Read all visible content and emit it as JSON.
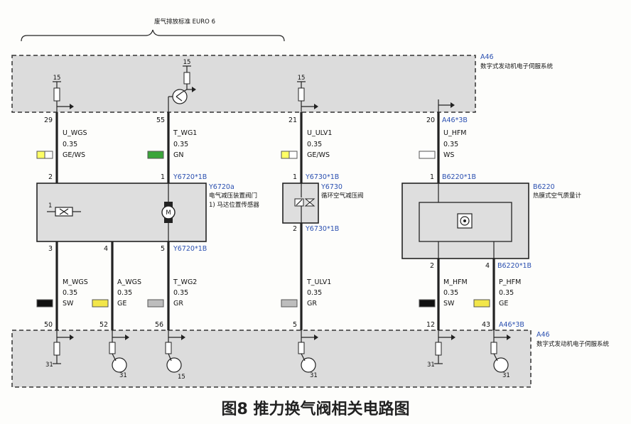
{
  "header": {
    "brace_label": "废气排放标准 EURO 6"
  },
  "ecu": {
    "id": "A46",
    "name": "数字式发动机电子伺服系统",
    "connector_top": "A46*3B",
    "connector_bottom": "A46*3B"
  },
  "supply_labels": {
    "top": "15",
    "ground": "31"
  },
  "top_pins": [
    "29",
    "55",
    "21",
    "20"
  ],
  "top_wires": [
    {
      "signal": "U_WGS",
      "size": "0.35",
      "color_code": "GE/WS",
      "color": "#ffff66",
      "color2": "#ffffff"
    },
    {
      "signal": "T_WG1",
      "size": "0.35",
      "color_code": "GN",
      "color": "#3aa53a",
      "color2": "#3aa53a"
    },
    {
      "signal": "U_ULV1",
      "size": "0.35",
      "color_code": "GE/WS",
      "color": "#ffff66",
      "color2": "#ffffff"
    },
    {
      "signal": "U_HFM",
      "size": "0.35",
      "color_code": "WS",
      "color": "#ffffff",
      "color2": "#ffffff"
    }
  ],
  "bottom_pins": [
    "50",
    "52",
    "56",
    "5",
    "12",
    "43"
  ],
  "bottom_wires": [
    {
      "signal": "M_WGS",
      "size": "0.35",
      "color_code": "SW",
      "color": "#111111"
    },
    {
      "signal": "A_WGS",
      "size": "0.35",
      "color_code": "GE",
      "color": "#f2e64a"
    },
    {
      "signal": "T_WG2",
      "size": "0.35",
      "color_code": "GR",
      "color": "#bdbdbd"
    },
    {
      "signal": "T_ULV1",
      "size": "0.35",
      "color_code": "GR",
      "color": "#bdbdbd"
    },
    {
      "signal": "M_HFM",
      "size": "0.35",
      "color_code": "SW",
      "color": "#111111"
    },
    {
      "signal": "P_HFM",
      "size": "0.35",
      "color_code": "GE",
      "color": "#f2e64a"
    }
  ],
  "components": {
    "y6720": {
      "id": "Y6720a",
      "name": "电气减压装置阀门",
      "note": "1)  马达位置传感器",
      "connector_top": "Y6720*1B",
      "connector_bottom": "Y6720*1B",
      "pin_top_left": "2",
      "pin_top_right": "1",
      "pin_bottom": [
        "3",
        "4",
        "5"
      ],
      "inner_label": "1"
    },
    "y6730": {
      "id": "Y6730",
      "name": "循环空气减压阀",
      "connector_top": "Y6730*1B",
      "connector_bottom": "Y6730*1B",
      "pin_top": "1",
      "pin_bottom": "2"
    },
    "b6220": {
      "id": "B6220",
      "name": "热膜式空气质量计",
      "connector_top": "B6220*1B",
      "connector_bottom": "B6220*1B",
      "pin_top": "1",
      "pin_bottom": [
        "2",
        "4"
      ]
    }
  },
  "caption": "图8 推力换气阀相关电路图"
}
